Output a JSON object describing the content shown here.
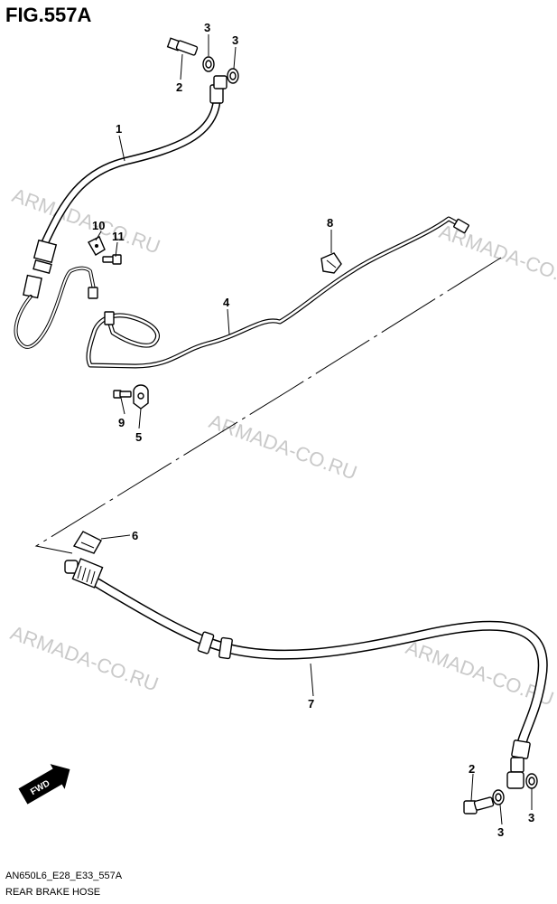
{
  "figure": {
    "title": "FIG.557A"
  },
  "watermarks": [
    "ARMADA-CO.RU",
    "ARMADA-CO.RU",
    "ARMADA-CO.RU",
    "ARMADA-CO.RU",
    "ARMADA-CO.RU"
  ],
  "callouts": [
    "1",
    "2",
    "3",
    "3",
    "4",
    "5",
    "6",
    "7",
    "8",
    "9",
    "10",
    "11",
    "2",
    "3",
    "3"
  ],
  "direction_badge": "FWD",
  "footer": {
    "code": "AN650L6_E28_E33_557A",
    "caption": "REAR BRAKE HOSE"
  },
  "colors": {
    "ink": "#000000",
    "watermark": "#c9c9c9",
    "background": "#ffffff"
  }
}
